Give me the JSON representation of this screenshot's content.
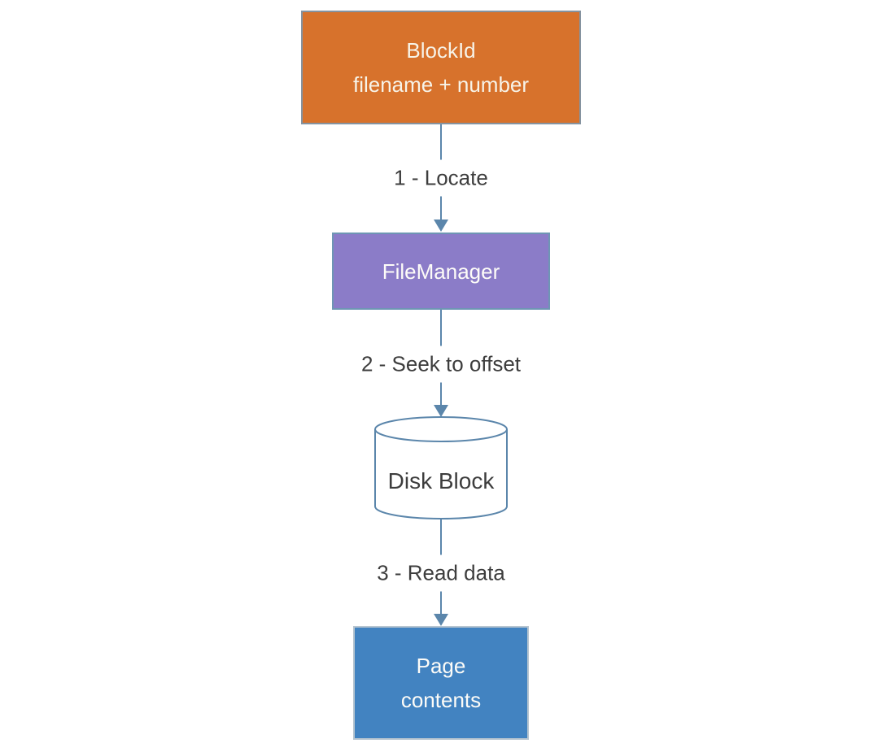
{
  "nodes": {
    "blockid": {
      "line1": "BlockId",
      "line2": "filename + number"
    },
    "filemanager": {
      "label": "FileManager"
    },
    "diskblock": {
      "label": "Disk Block"
    },
    "pagecontents": {
      "line1": "Page",
      "line2": "contents"
    }
  },
  "edges": {
    "locate": {
      "label": "1 - Locate"
    },
    "seek": {
      "label": "2 - Seek to offset"
    },
    "read": {
      "label": "3 - Read data"
    }
  },
  "colors": {
    "blockid_fill": "#d7722c",
    "blockid_stroke": "#8593a0",
    "filemanager_fill": "#8b7cc8",
    "filemanager_stroke": "#6e96b4",
    "page_fill": "#4283c1",
    "page_stroke": "#b7c5d0",
    "cylinder_stroke": "#5b86ab",
    "cylinder_fill": "#ffffff",
    "connector": "#5b86ab",
    "label_text": "#3d3d3d",
    "node_text": "#f7f3e8"
  }
}
